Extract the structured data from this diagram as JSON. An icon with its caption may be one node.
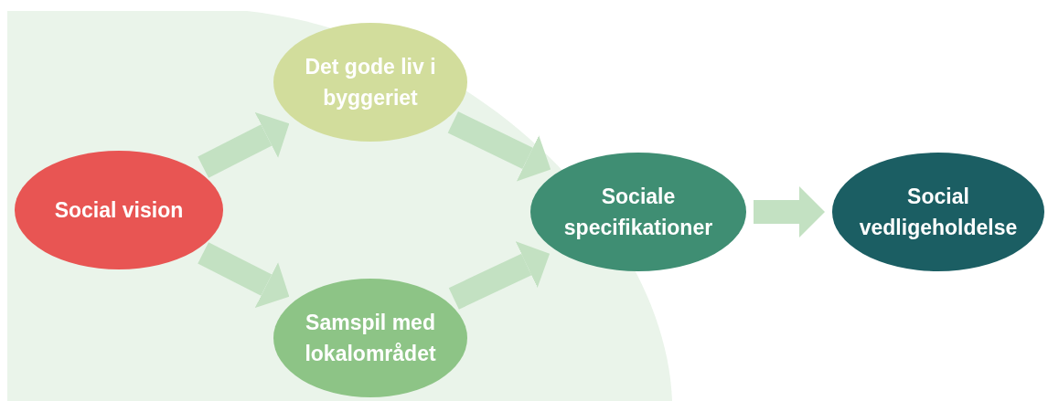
{
  "diagram": {
    "nodes": [
      {
        "text": [
          "Social vision"
        ]
      },
      {
        "text": [
          "Det gode liv i byggeriet"
        ]
      },
      {
        "text": [
          "Samspil med lokalområdet"
        ]
      },
      {
        "text": [
          "Sociale specifikationer"
        ]
      },
      {
        "text": [
          "Social vedligeholdelse"
        ]
      }
    ],
    "edges": [
      {
        "from": 0,
        "to": 1,
        "arrow": "to"
      },
      {
        "from": 0,
        "to": 2,
        "arrow": "to"
      },
      {
        "from": 1,
        "to": 3,
        "arrow": "to"
      },
      {
        "from": 2,
        "to": 3,
        "arrow": "to"
      },
      {
        "from": 3,
        "to": 4,
        "arrow": "to"
      }
    ]
  }
}
